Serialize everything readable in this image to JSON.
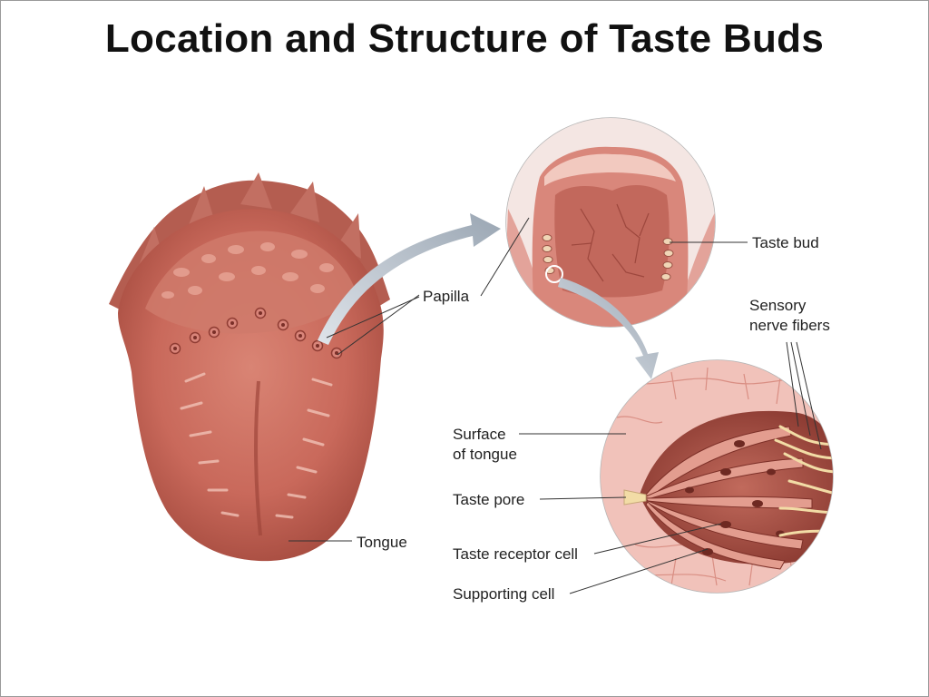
{
  "title": "Location and Structure of Taste Buds",
  "labels": {
    "papilla": "Papilla",
    "taste_bud": "Taste bud",
    "sensory_nerve_fibers_line1": "Sensory",
    "sensory_nerve_fibers_line2": "nerve fibers",
    "surface_of_tongue_line1": "Surface",
    "surface_of_tongue_line2": "of tongue",
    "taste_pore": "Taste pore",
    "taste_receptor_cell": "Taste receptor cell",
    "supporting_cell": "Supporting cell",
    "tongue": "Tongue"
  },
  "colors": {
    "tongue": "#c9695b",
    "tongue_dark": "#a44a3e",
    "tongue_light": "#e39a8b",
    "papilla_bg": "#dc8f86",
    "bud_cells": "#9b4a40",
    "nerve": "#f2dca6",
    "arrow": "#aab4bf"
  }
}
